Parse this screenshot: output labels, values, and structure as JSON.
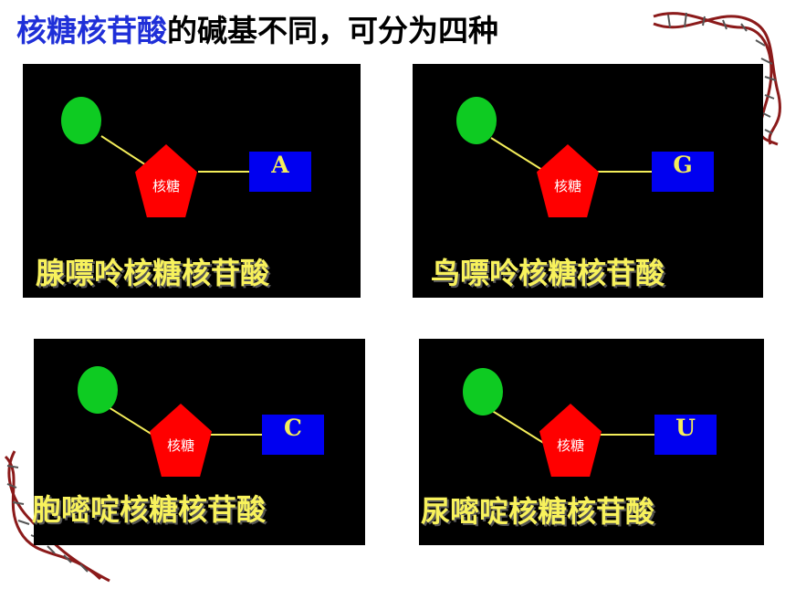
{
  "title": {
    "highlight": "核糖核苷酸",
    "rest": "的碱基不同，可分为四种"
  },
  "colors": {
    "title_highlight": "#1f2fd8",
    "panel_bg": "#000000",
    "phosphate": "#0ecb22",
    "sugar": "#ff0000",
    "base": "#0000f0",
    "bond": "#f4ee5a",
    "caption": "#f8f25c"
  },
  "panels": [
    {
      "sugar_label": "核糖",
      "base_letter": "A",
      "caption": "腺嘌呤核糖核苷酸"
    },
    {
      "sugar_label": "核糖",
      "base_letter": "G",
      "caption": "鸟嘌呤核糖核苷酸"
    },
    {
      "sugar_label": "核糖",
      "base_letter": "C",
      "caption": "胞嘧啶核糖核苷酸"
    },
    {
      "sugar_label": "核糖",
      "base_letter": "U",
      "caption": "尿嘧啶核糖核苷酸"
    }
  ],
  "decorations": [
    "dna-helix-icon"
  ]
}
